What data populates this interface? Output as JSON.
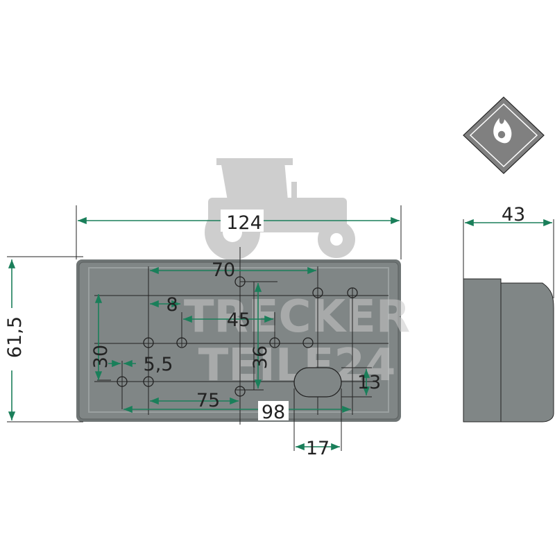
{
  "dimensions": {
    "width_main": "124",
    "height_main": "61,5",
    "depth_side": "43",
    "hole_spacing_70": "70",
    "hole_spacing_8": "8",
    "hole_spacing_45": "45",
    "hole_vertical_30": "30",
    "hole_diameter": "5,5",
    "hole_vertical_36": "36",
    "slot_height": "13",
    "hole_spacing_75": "75",
    "hole_spacing_98": "98",
    "slot_width": "17"
  },
  "watermark": {
    "line1": "TRECKER",
    "line2": "TEILE24"
  },
  "icons": {
    "warning": "flammable-hazard-icon",
    "watermark_logo": "tractor-icon"
  },
  "colors": {
    "dimension_lines": "#1a7f5a",
    "part_fill": "#7f8585",
    "watermark": "#c9c9c9",
    "hazard_fill": "#808080"
  }
}
